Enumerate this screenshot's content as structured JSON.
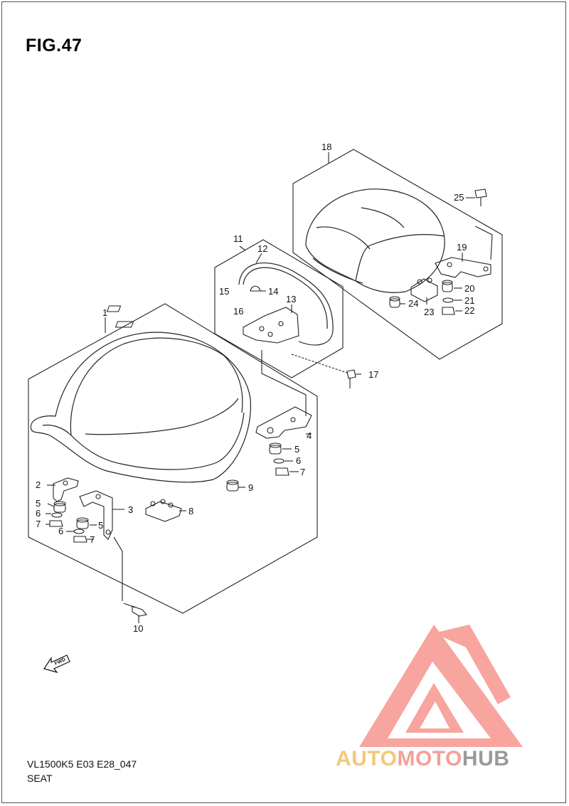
{
  "figure": {
    "title": "FIG.47",
    "code": "VL1500K5 E03 E28_047",
    "name": "SEAT"
  },
  "callouts": [
    "1",
    "2",
    "3",
    "4",
    "5",
    "6",
    "7",
    "8",
    "9",
    "10",
    "11",
    "12",
    "13",
    "14",
    "15",
    "16",
    "17",
    "18",
    "19",
    "20",
    "21",
    "22",
    "23",
    "24",
    "25"
  ],
  "repeat_callouts": {
    "c5b": "5",
    "c6b": "6",
    "c7b": "7",
    "c5c": "5",
    "c6c": "6",
    "c7c": "7"
  },
  "direction_marker": "FWD",
  "watermark": {
    "part1": "AUTO",
    "part2": "MOTO",
    "part3": "HUB",
    "colors": {
      "auto": "#f5c77a",
      "moto": "#f4a09a",
      "hub": "#9a9a9a",
      "logo": "#f26a5e"
    }
  }
}
